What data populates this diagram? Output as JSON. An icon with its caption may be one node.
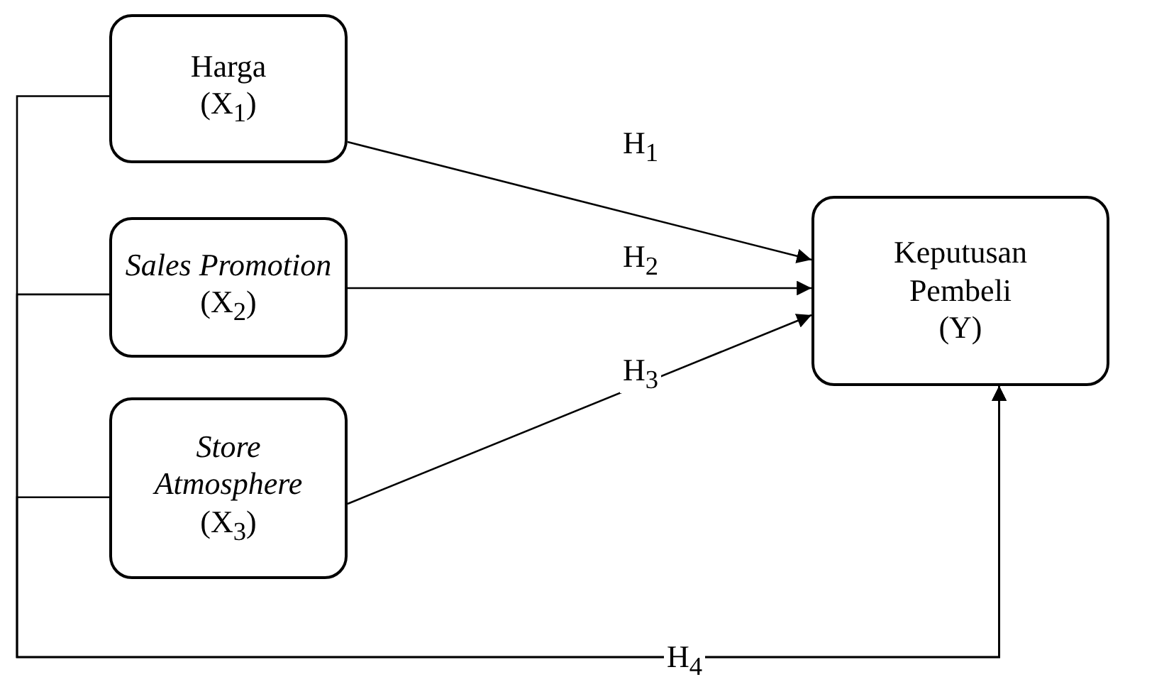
{
  "diagram": {
    "nodes": [
      {
        "text": [
          "Harga",
          "(X$_{1}$)"
        ]
      },
      {
        "text": [
          "Sales Promotion",
          "(X$_{2}$)"
        ]
      },
      {
        "text": [
          "Store Atmosphere",
          "(X$_{3}$)"
        ]
      },
      {
        "text": [
          "Keputusan Pembeli",
          "(Y)"
        ]
      }
    ],
    "edges": [
      {
        "from": 0,
        "to": 3,
        "label": "H$_{1}$",
        "arrow": "to"
      },
      {
        "from": 1,
        "to": 3,
        "label": "H$_{2}$",
        "arrow": "to"
      },
      {
        "from": 2,
        "to": 3,
        "label": "H$_{3}$",
        "arrow": "to"
      },
      {
        "from": 0,
        "to": 3,
        "label": "H$_{4}$",
        "arrow": "to"
      },
      {
        "from": 1,
        "to": 3,
        "arrow": "to"
      },
      {
        "from": 2,
        "to": 3,
        "arrow": "to"
      }
    ]
  }
}
